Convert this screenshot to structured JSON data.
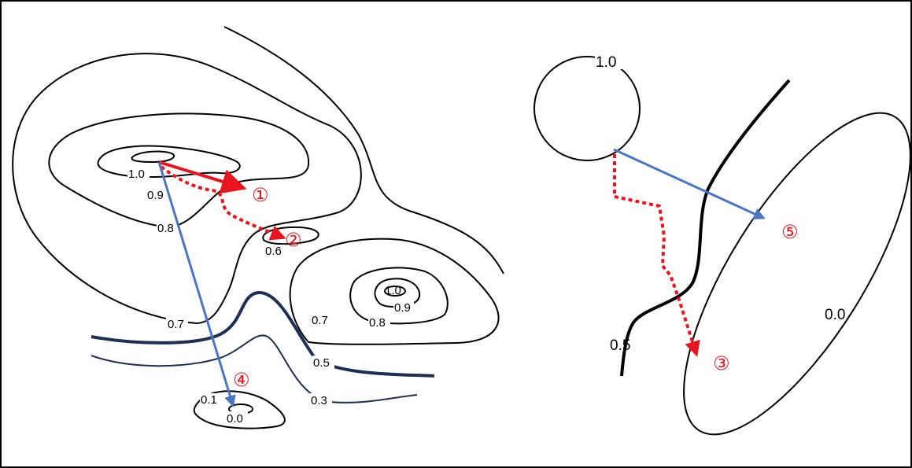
{
  "left_panel": {
    "contour_labels": {
      "peak_a_1_0": "1.0",
      "peak_a_0_9": "0.9",
      "peak_a_0_8": "0.8",
      "outer_0_7": "0.7",
      "local_0_6": "0.6",
      "peak_b_1_0": "1.0",
      "peak_b_0_9": "0.9",
      "peak_b_0_8": "0.8",
      "peak_b_0_7": "0.7",
      "line_0_5": "0.5",
      "line_0_3": "0.3",
      "min_0_1": "0.1",
      "min_0_0": "0.0"
    },
    "markers": {
      "m1": "①",
      "m2": "②",
      "m4": "④"
    }
  },
  "right_panel": {
    "contour_labels": {
      "circle_1_0": "1.0",
      "line_0_5": "0.5",
      "ellipse_0_0": "0.0"
    },
    "markers": {
      "m3": "③",
      "m5": "⑤"
    }
  },
  "colors": {
    "gradient_red": "#e8141e",
    "direct_blue": "#4a74c4",
    "contour_dark": "#1d2f52",
    "contour_black": "#000000"
  }
}
